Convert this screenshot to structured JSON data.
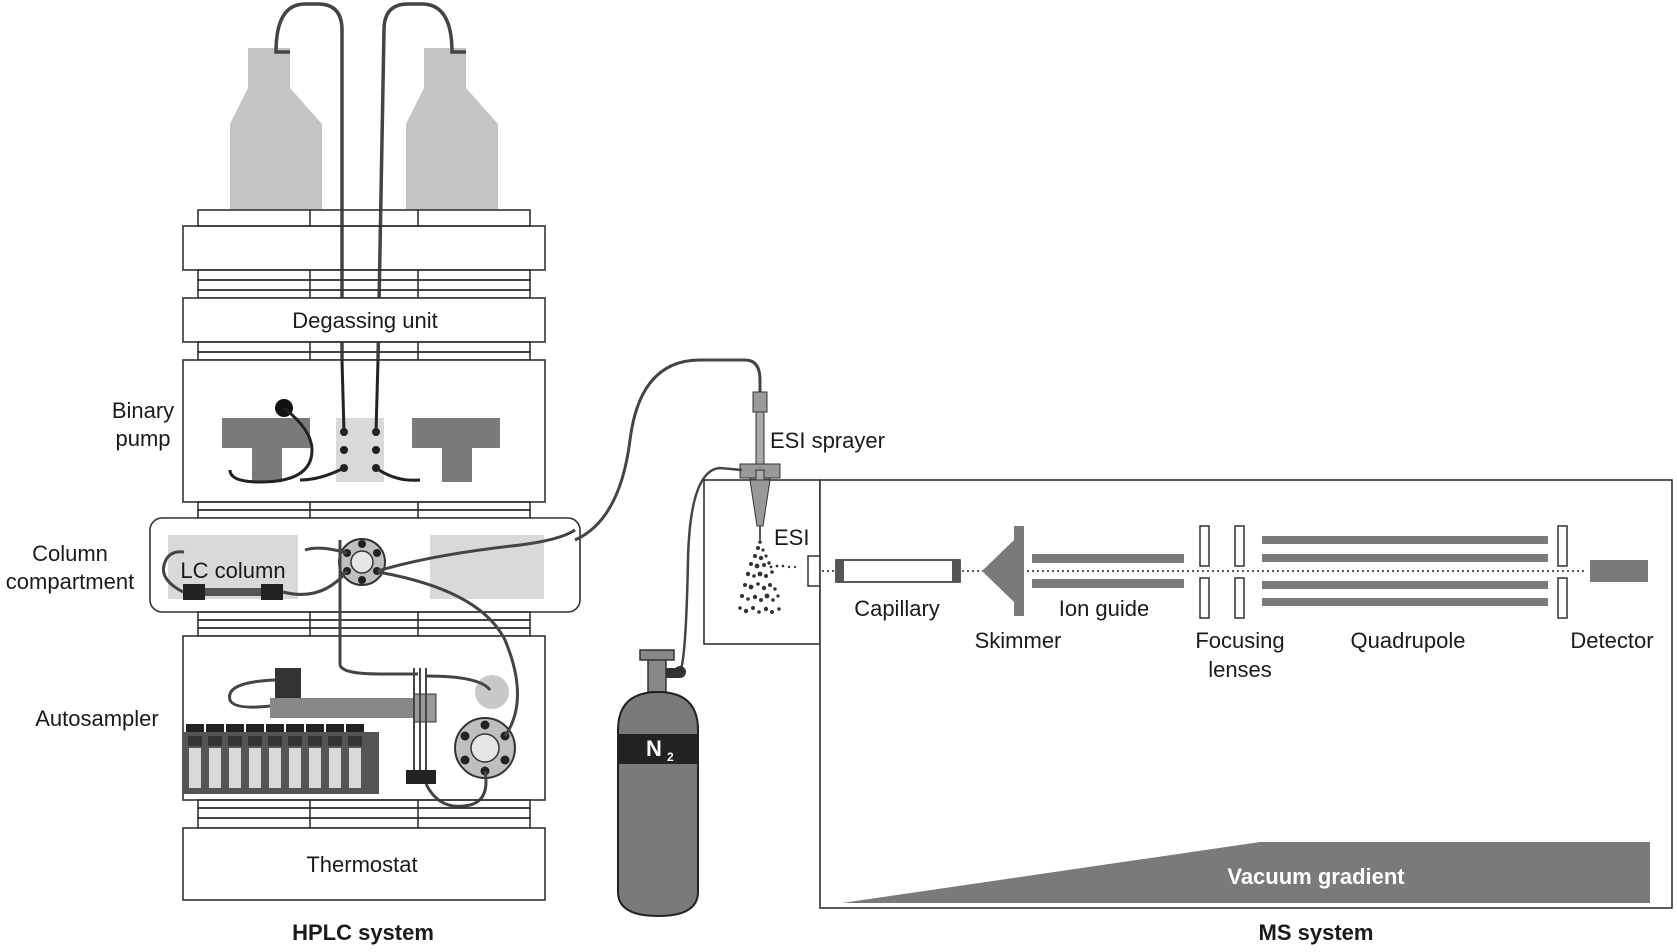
{
  "labels": {
    "degassing": "Degassing unit",
    "binary_pump_1": "Binary",
    "binary_pump_2": "pump",
    "column_1": "Column",
    "column_2": "compartment",
    "lc_column": "LC column",
    "autosampler": "Autosampler",
    "thermostat": "Thermostat",
    "hplc_system": "HPLC system",
    "esi_sprayer": "ESI sprayer",
    "esi": "ESI",
    "n2": "N",
    "n2_sub": "2",
    "capillary": "Capillary",
    "skimmer": "Skimmer",
    "ion_guide": "Ion guide",
    "focusing_1": "Focusing",
    "focusing_2": "lenses",
    "quadrupole": "Quadrupole",
    "detector": "Detector",
    "vacuum_gradient": "Vacuum gradient",
    "ms_system": "MS system"
  },
  "colors": {
    "bottle": "#c4c4c4",
    "dark_gray": "#7a7a7a",
    "light_gray": "#d9d9d9",
    "near_black": "#222222",
    "tube": "#444444"
  }
}
